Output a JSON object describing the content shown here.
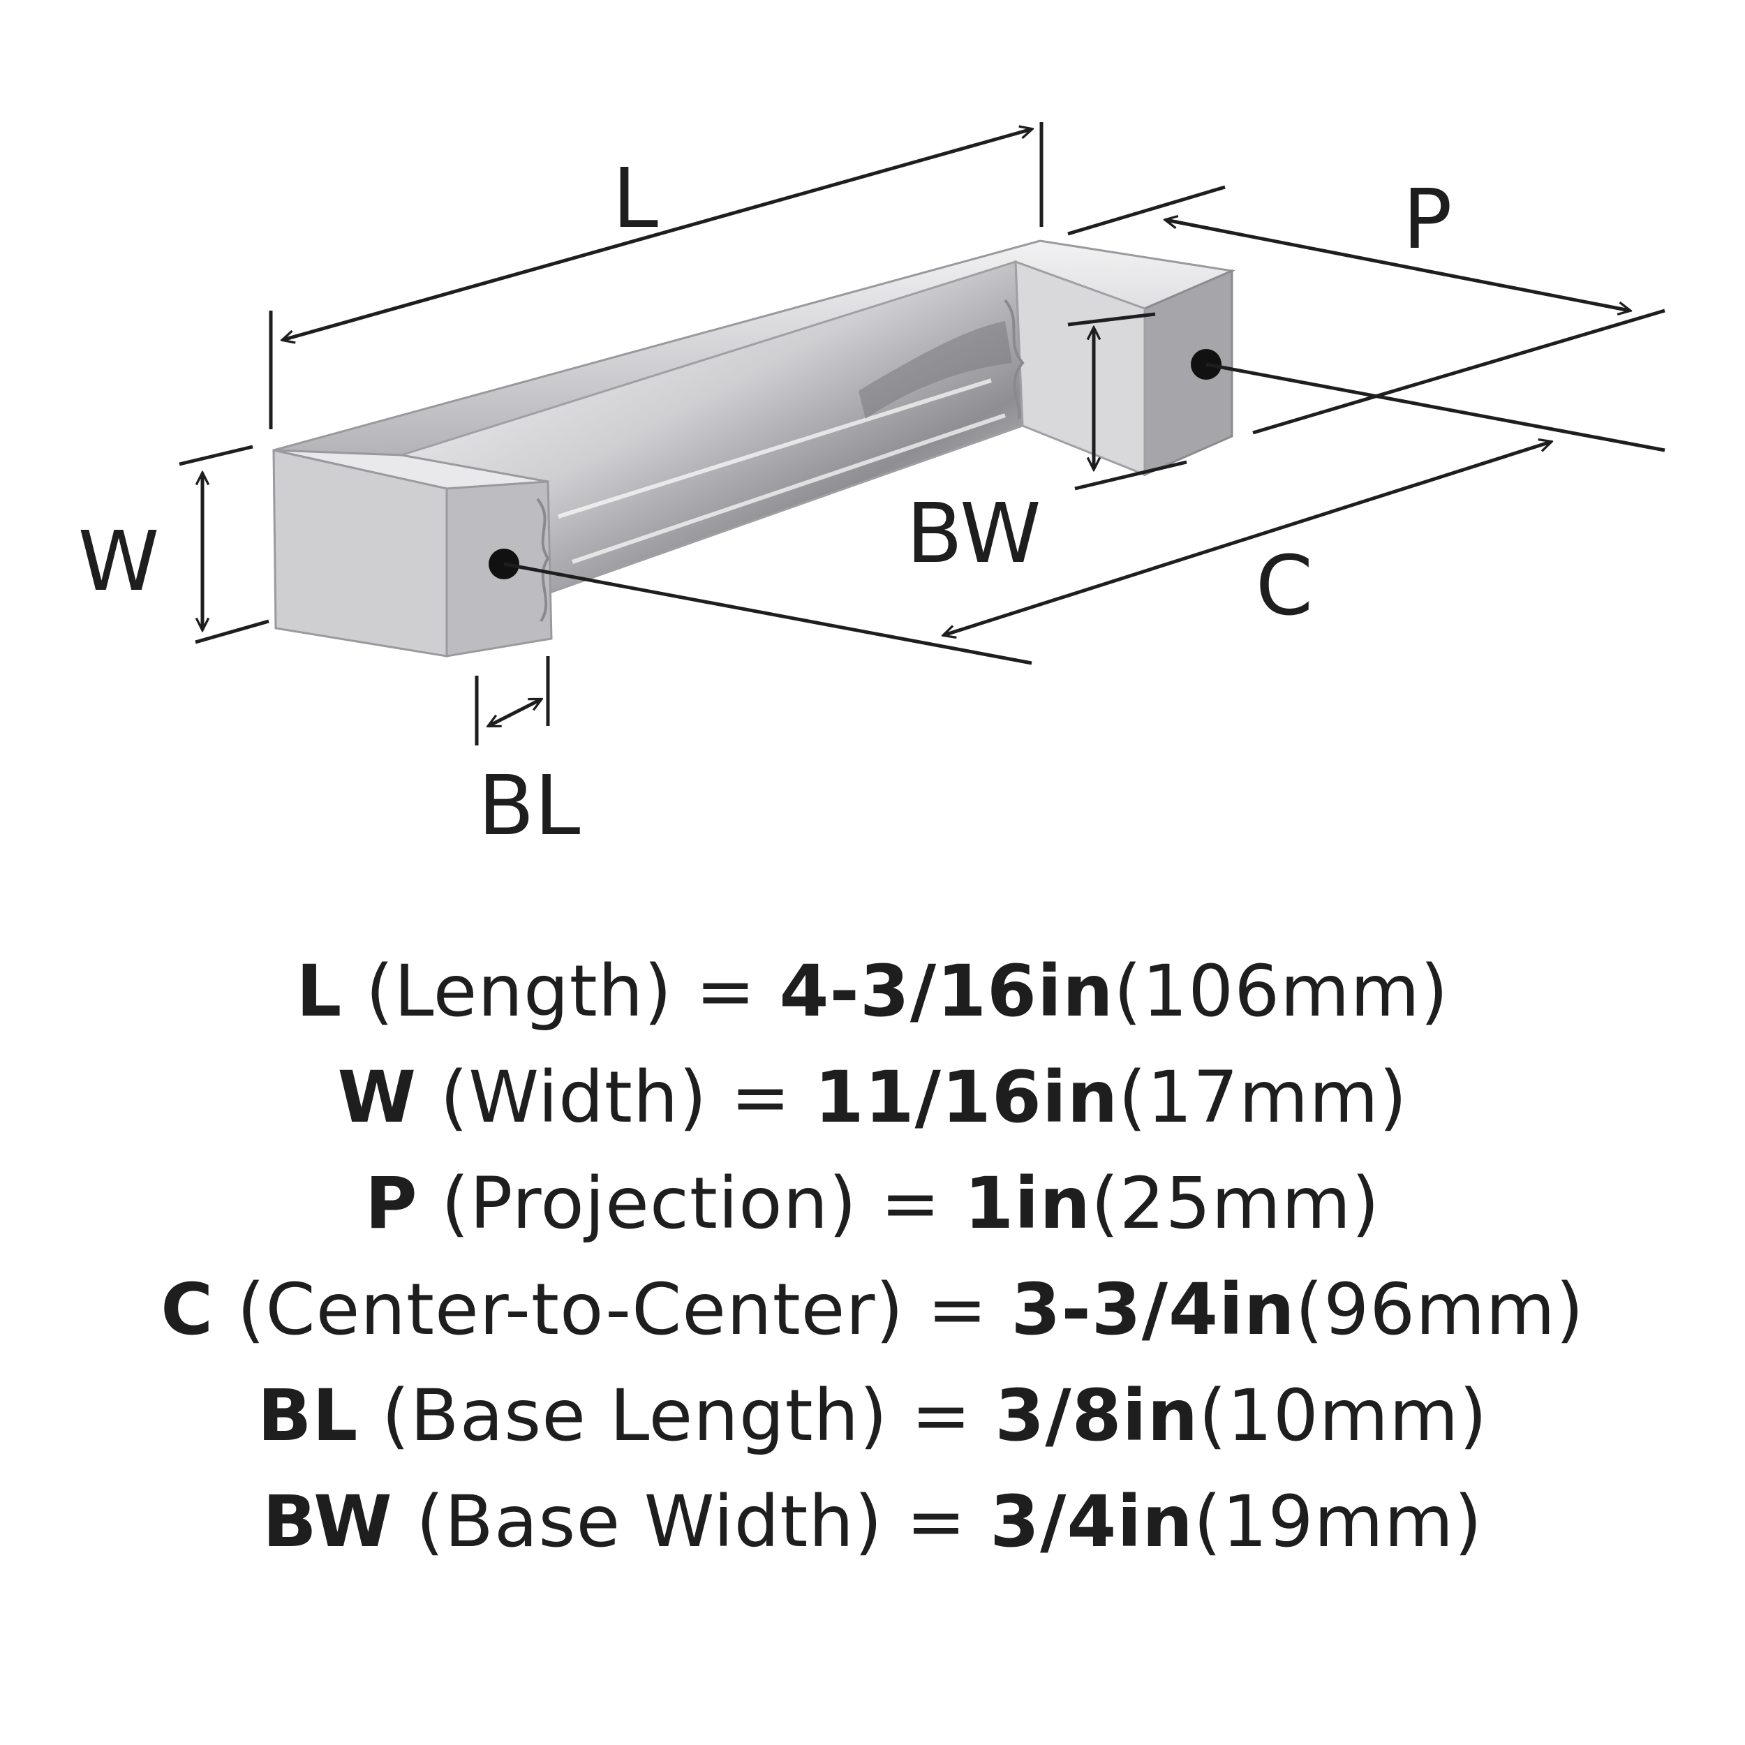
{
  "diagram": {
    "labels": {
      "length": "L",
      "projection": "P",
      "width": "W",
      "base_width": "BW",
      "center_to_center": "C",
      "base_length": "BL"
    },
    "colors": {
      "line": "#1e1e1e",
      "metal_light": "#e6e6e8",
      "metal_mid": "#c9c9cc",
      "metal_dark": "#9a9a9e",
      "hole": "#111111"
    }
  },
  "specs": [
    {
      "symbol": "L",
      "description": "(Length) = ",
      "imperial": "4-3/16in",
      "metric": "(106mm)"
    },
    {
      "symbol": "W",
      "description": "(Width) = ",
      "imperial": "11/16in",
      "metric": "(17mm)"
    },
    {
      "symbol": "P",
      "description": "(Projection) = ",
      "imperial": "1in",
      "metric": "(25mm)"
    },
    {
      "symbol": "C",
      "description": "(Center-to-Center) = ",
      "imperial": "3-3/4in",
      "metric": "(96mm)"
    },
    {
      "symbol": "BL",
      "description": "(Base Length) = ",
      "imperial": "3/8in",
      "metric": "(10mm)"
    },
    {
      "symbol": "BW",
      "description": "(Base Width) = ",
      "imperial": "3/4in",
      "metric": "(19mm)"
    }
  ]
}
